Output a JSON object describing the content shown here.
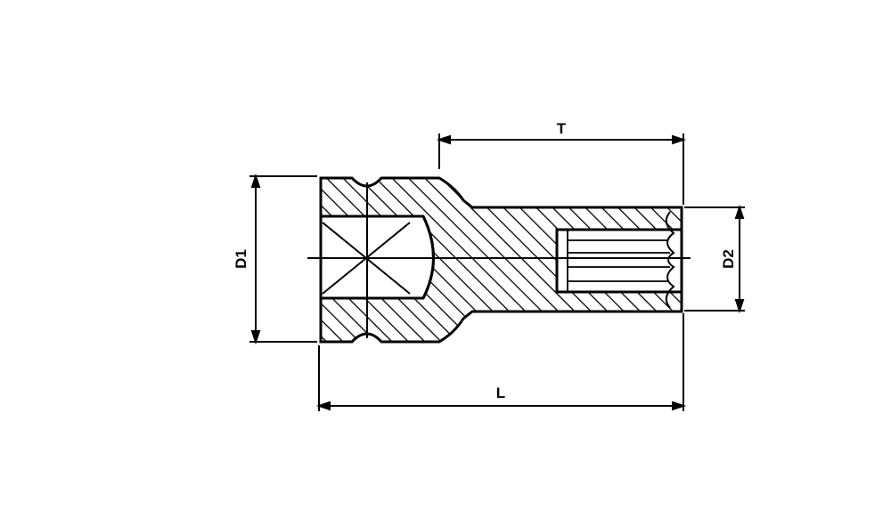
{
  "diagram": {
    "colors": {
      "stroke": "#000000",
      "background": "#ffffff"
    },
    "dimensions": {
      "T": "T",
      "L": "L",
      "D1": "D1",
      "D2": "D2"
    }
  }
}
